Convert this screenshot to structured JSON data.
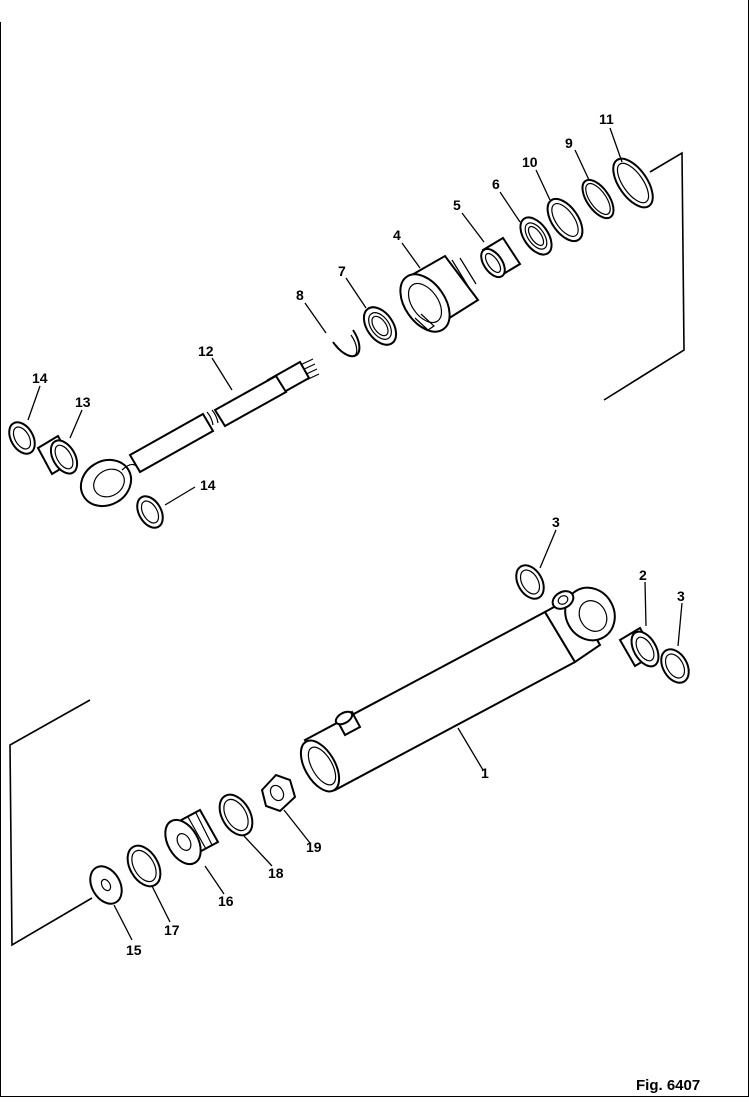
{
  "figure_label": "Fig. 6407",
  "callouts": {
    "c1": "1",
    "c2": "2",
    "c3a": "3",
    "c3b": "3",
    "c4": "4",
    "c5": "5",
    "c6": "6",
    "c7": "7",
    "c8": "8",
    "c9": "9",
    "c10": "10",
    "c11": "11",
    "c12": "12",
    "c13": "13",
    "c14a": "14",
    "c14b": "14",
    "c15": "15",
    "c16": "16",
    "c17": "17",
    "c18": "18",
    "c19": "19"
  }
}
